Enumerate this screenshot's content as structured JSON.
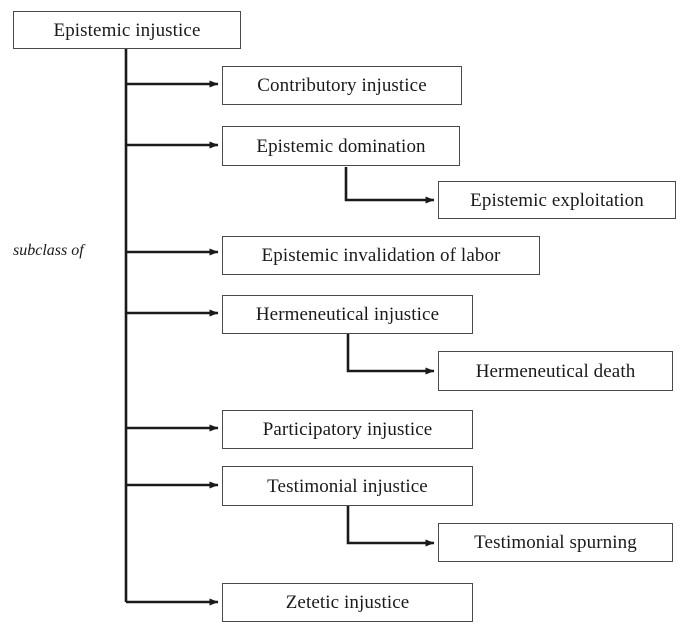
{
  "diagram": {
    "title_text": "Epistemic injustice",
    "edge_relation_label": "subclass of",
    "stroke_color": "#1a1a1a",
    "box_border_color": "#4a4a4a",
    "background_color": "#ffffff",
    "root": {
      "label": "Epistemic injustice"
    },
    "children": [
      {
        "label": "Contributory injustice"
      },
      {
        "label": "Epistemic domination"
      },
      {
        "label": "Epistemic invalidation of labor"
      },
      {
        "label": "Hermeneutical injustice"
      },
      {
        "label": "Participatory injustice"
      },
      {
        "label": "Testimonial injustice"
      },
      {
        "label": "Zetetic injustice"
      }
    ],
    "grandchildren": [
      {
        "label": "Epistemic exploitation",
        "parent": "Epistemic domination"
      },
      {
        "label": "Hermeneutical death",
        "parent": "Hermeneutical injustice"
      },
      {
        "label": "Testimonial spurning",
        "parent": "Testimonial injustice"
      }
    ]
  }
}
